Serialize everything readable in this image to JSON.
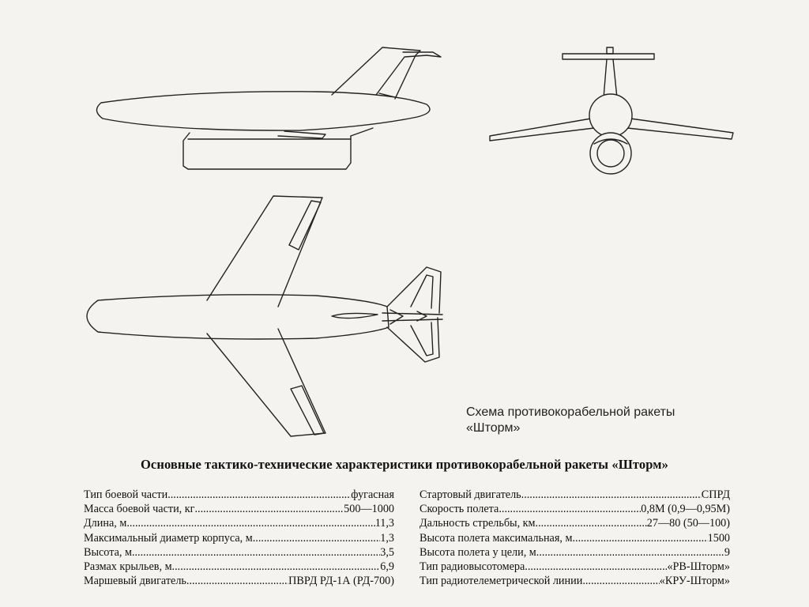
{
  "caption": {
    "line1": "Схема противокорабельной ракеты",
    "line2": "«Шторм»"
  },
  "table": {
    "title": "Основные тактико-технические характеристики противокорабельной ракеты «Шторм»",
    "left": [
      {
        "label": "Тип боевой части",
        "value": "фугасная"
      },
      {
        "label": "Масса боевой части, кг",
        "value": "500—1000"
      },
      {
        "label": "Длина, м",
        "value": "11,3"
      },
      {
        "label": "Максимальный диаметр корпуса, м",
        "value": "1,3"
      },
      {
        "label": "Высота, м",
        "value": "3,5"
      },
      {
        "label": "Размах крыльев, м",
        "value": "6,9"
      },
      {
        "label": "Маршевый двигатель",
        "value": "ПВРД РД-1А (РД-700)"
      }
    ],
    "right": [
      {
        "label": "Стартовый двигатель",
        "value": "СПРД"
      },
      {
        "label": "Скорость полета",
        "value": "0,8М (0,9—0,95М)"
      },
      {
        "label": "Дальность стрельбы, км",
        "value": "27—80 (50—100)"
      },
      {
        "label": "Высота полета максимальная, м",
        "value": "1500"
      },
      {
        "label": "Высота полета у цели, м",
        "value": "9"
      },
      {
        "label": "Тип радиовысотомера",
        "value": "«РВ-Шторм»"
      },
      {
        "label": "Тип радиотелеметрической линии",
        "value": "«КРУ-Шторм»"
      }
    ]
  }
}
